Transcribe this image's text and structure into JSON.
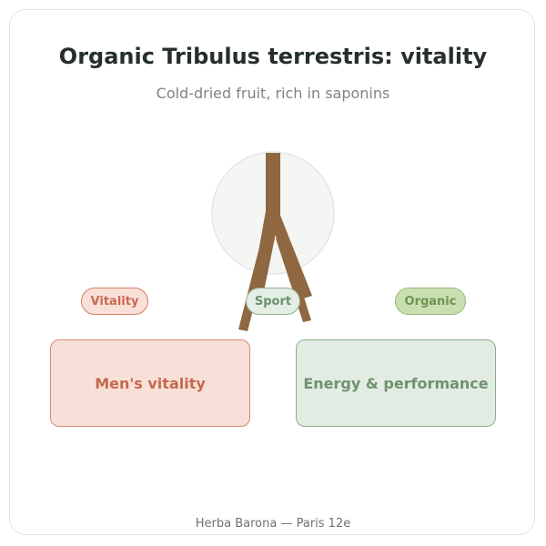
{
  "header": {
    "title": "Organic Tribulus terrestris: vitality",
    "subtitle": "Cold-dried fruit, rich in saponins"
  },
  "tags": {
    "vitality": "Vitality",
    "sport": "Sport",
    "organic": "Organic"
  },
  "boxes": {
    "mens_vitality": "Men's vitality",
    "energy_performance": "Energy & performance"
  },
  "footer": {
    "text": "Herba Barona — Paris 12e"
  },
  "colors": {
    "title": "#26302a",
    "stem": "#8f6740",
    "warm_accent": "#d87c66",
    "green_accent": "#8fae8f",
    "organic_fill": "#c9dfb1"
  },
  "icons": {
    "central_illustration": "tribulus-plant-stem-icon"
  }
}
